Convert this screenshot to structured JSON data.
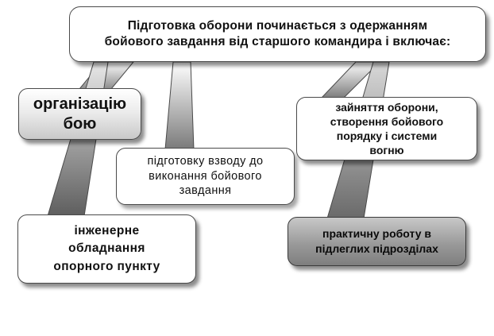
{
  "header": {
    "line1": "Підготовка оборони починається з одержанням",
    "line2": "бойового завдання від старшого командира і включає:"
  },
  "boxes": {
    "organize": {
      "line1": "організацію",
      "line2": "бою"
    },
    "prep": {
      "line1": "підготовку взводу до",
      "line2": "виконання бойового",
      "line3": "завдання"
    },
    "occupy": {
      "line1": "зайняття оборони,",
      "line2": "створення бойового",
      "line3": "порядку і системи",
      "line4": "вогню"
    },
    "engineer": {
      "line1": "інженерне",
      "line2": "обладнання",
      "line3": "опорного пункту"
    },
    "practical": {
      "line1": "практичну роботу в",
      "line2": "підлеглих підрозділах"
    }
  },
  "colors": {
    "connector_gradient_top": "#ffffff",
    "connector_gradient_bottom": "#6f6f6f",
    "border": "#4a4a4a",
    "practical_fill": "#9a9a9a"
  }
}
